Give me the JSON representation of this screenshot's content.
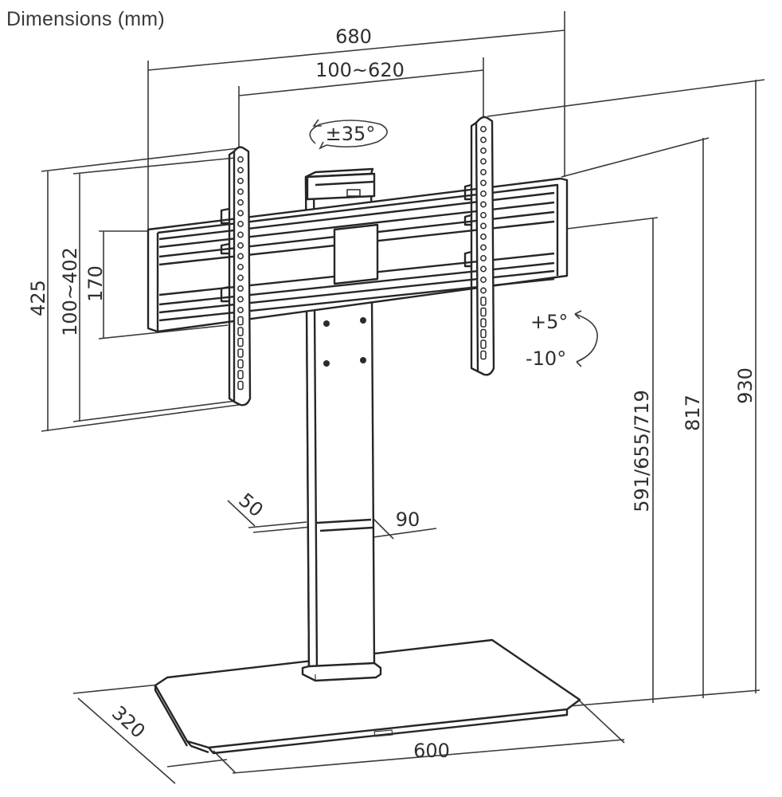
{
  "title": "Dimensions (mm)",
  "dimensions": {
    "overall_width": "680",
    "vesa_horizontal": "100~620",
    "swivel": "±35°",
    "tilt_up": "+5°",
    "tilt_down": "-10°",
    "bracket_height": "425",
    "vesa_vertical": "100~402",
    "rail_spacing": "170",
    "center_heights": "591/655/719",
    "top_height": "817",
    "overall_height": "930",
    "column_depth": "50",
    "column_width": "90",
    "base_depth": "320",
    "base_width": "600"
  }
}
